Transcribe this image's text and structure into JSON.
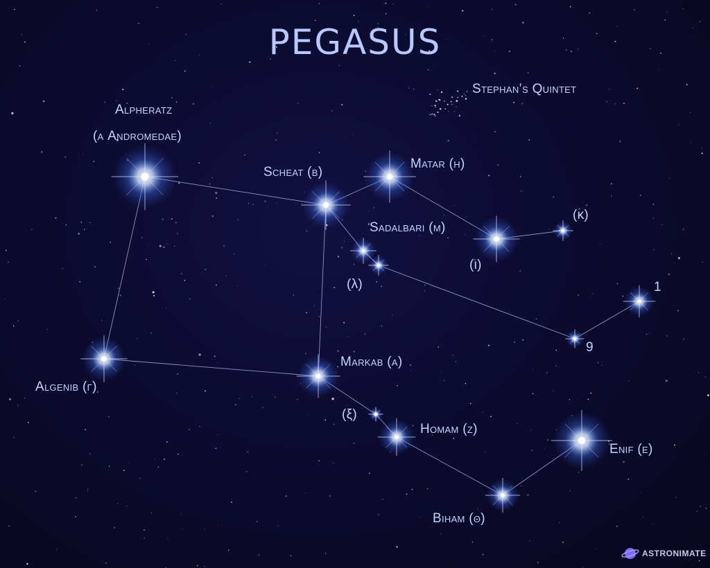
{
  "title": "PEGASUS",
  "labels": {
    "alpheratz_1": "Alpheratz",
    "alpheratz_2": "(α Andromedae)",
    "scheat": "Scheat (β)",
    "matar": "Matar (η)",
    "stephans_quintet": "Stephan’s Quintet",
    "sadalbari": "Sadalbari (μ)",
    "kappa": "(κ)",
    "iota": "(ι)",
    "lambda": "(λ)",
    "one": "1",
    "nine": "9",
    "markab": "Markab (α)",
    "algenib": "Algenib (γ)",
    "xi": "(ξ)",
    "homam": "Homam (ζ)",
    "enif": "Enif (ε)",
    "biham": "Biham (θ)"
  },
  "brand": "ASTRONIMATE",
  "colors": {
    "background": "#0b0a2a",
    "label": "#c6d4ff",
    "line": "#b4c4f0",
    "star_glow": "#4a7dff",
    "brand_planet": "#7b6cf6"
  }
}
